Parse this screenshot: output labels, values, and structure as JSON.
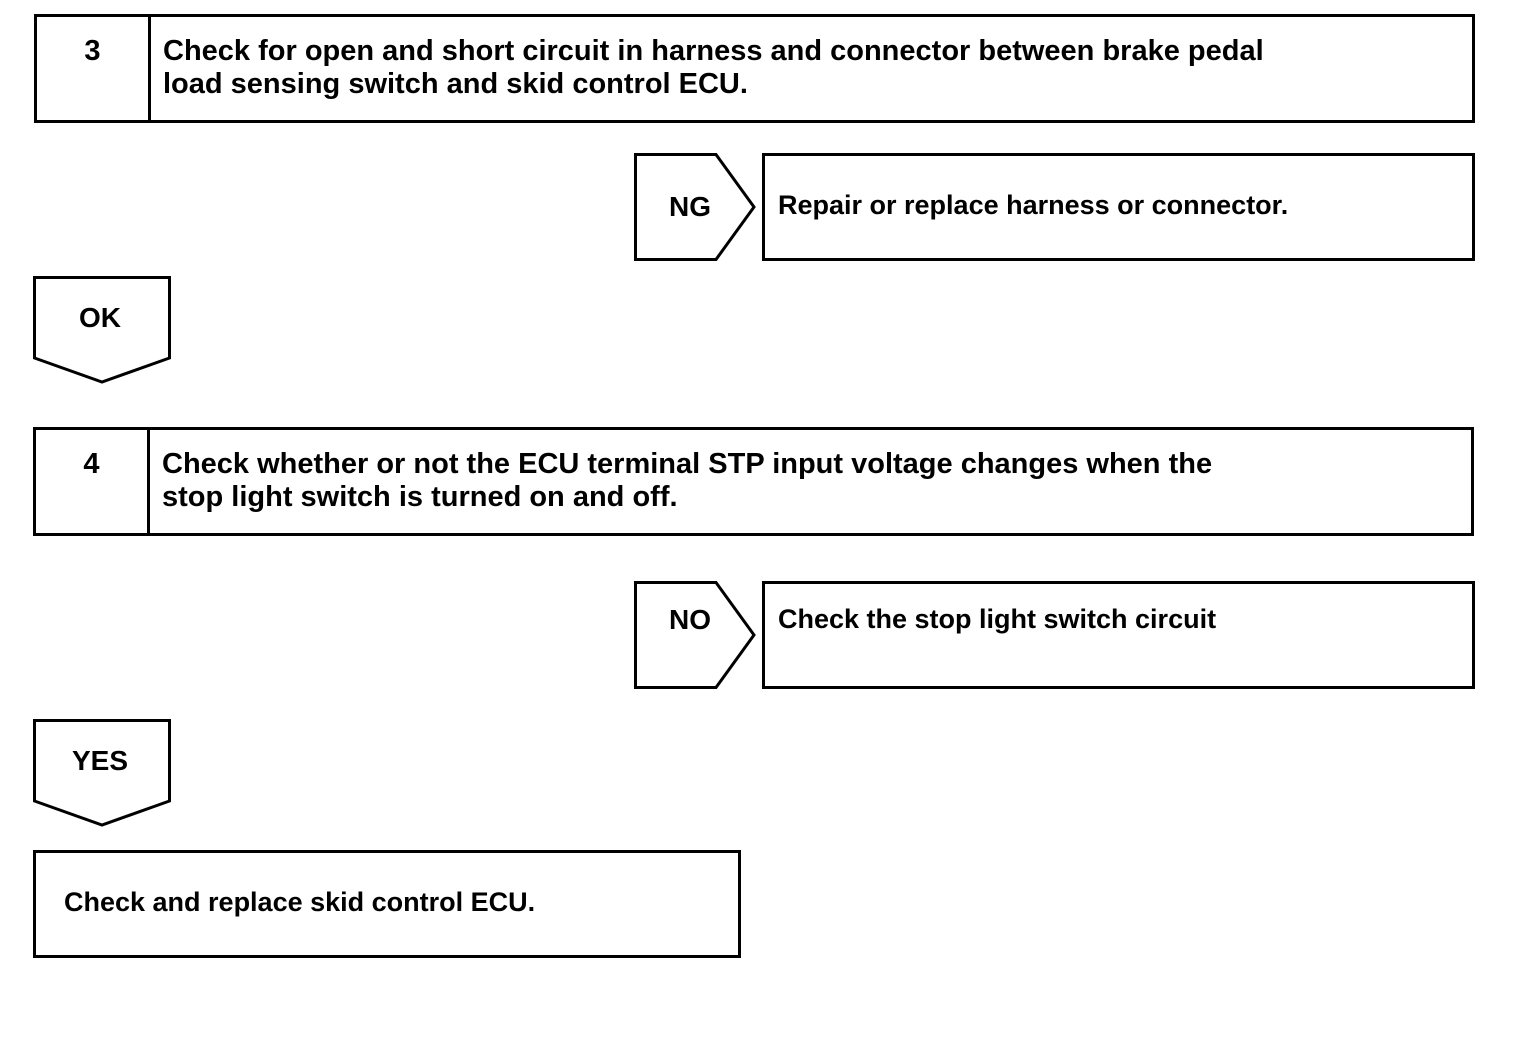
{
  "step3": {
    "number": "3",
    "text_line1": "Check for open and short circuit in harness and connector between brake pedal",
    "text_line2": "load sensing switch and skid control ECU.",
    "no_branch": "NG",
    "no_action": "Repair or replace harness or connector.",
    "yes_branch": "OK"
  },
  "step4": {
    "number": "4",
    "text_line1": "Check whether or not the ECU terminal STP input voltage changes when the",
    "text_line2": "stop light switch is turned on and off.",
    "no_branch": "NO",
    "no_action": "Check the stop light switch circuit",
    "yes_branch": "YES"
  },
  "final_action": "Check and replace skid control ECU."
}
